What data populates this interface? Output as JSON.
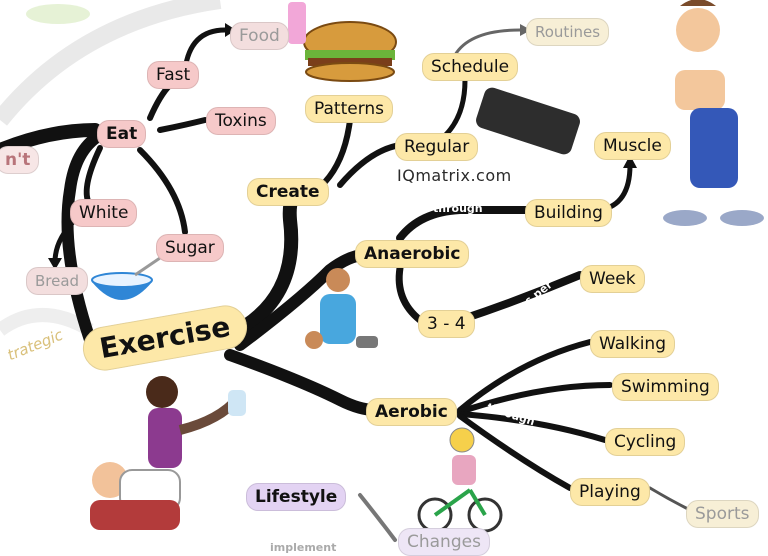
{
  "center": "Exercise",
  "nodes": {
    "eat": "Eat",
    "fast": "Fast",
    "food": "Food",
    "toxins": "Toxins",
    "white": "White",
    "bread": "Bread",
    "sugar": "Sugar",
    "create": "Create",
    "patterns": "Patterns",
    "regular": "Regular",
    "schedule": "Schedule",
    "routines": "Routines",
    "anaerobic": "Anaerobic",
    "building": "Building",
    "muscle": "Muscle",
    "three_four": "3 - 4",
    "week": "Week",
    "aerobic": "Aerobic",
    "walking": "Walking",
    "swimming": "Swimming",
    "cycling": "Cycling",
    "playing": "Playing",
    "sports": "Sports",
    "lifestyle": "Lifestyle",
    "changes": "Changes",
    "strategic": "trategic",
    "dont": "n't"
  },
  "links": {
    "through_building": "through",
    "times_per": "times per",
    "through_aerobic": "through",
    "implement": "implement"
  },
  "watermark": "IQmatrix.com"
}
